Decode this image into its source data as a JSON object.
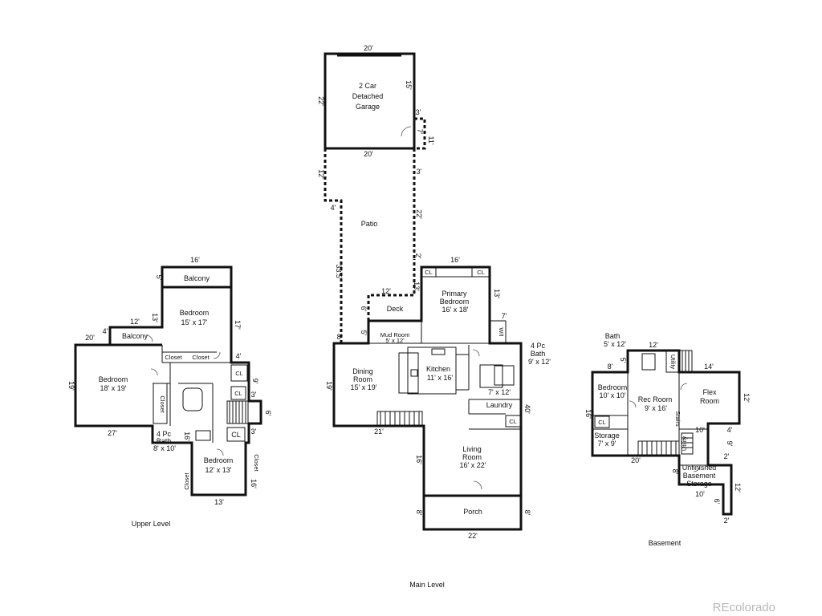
{
  "watermark": "REcolorado",
  "levels": {
    "upper": {
      "label": "Upper Level",
      "rooms": {
        "bedroom_w": {
          "name": "Bedroom",
          "dims": "18' x 19'"
        },
        "balcony_top": {
          "name": "Balcony"
        },
        "bedroom_top": {
          "name": "Bedroom",
          "dims": "15' x 17'"
        },
        "balcony_left": {
          "name": "Balcony"
        },
        "bath": {
          "name": "4 Pc",
          "name2": "Bath",
          "dims": "8' x 10'"
        },
        "bedroom_s": {
          "name": "Bedroom",
          "dims": "12' x 13'"
        },
        "closet_1": "Closet",
        "closet_2": "Closet",
        "closet_3": "Closet",
        "closet_4": "Closet",
        "closet_5": "Closet",
        "cl_1": "CL",
        "cl_2": "CL",
        "cl_3": "CL"
      },
      "dims": {
        "d16": "16'",
        "d5": "5'",
        "d13": "13'",
        "d17": "17'",
        "d12": "12'",
        "d4a": "4'",
        "d20": "20'",
        "d19": "19'",
        "d4b": "4'",
        "d9": "9'",
        "d3a": "3'",
        "d6": "6'",
        "d27": "27'",
        "d16b": "16'",
        "d3b": "3'",
        "d16c": "16'",
        "d13b": "13'"
      }
    },
    "main": {
      "label": "Main Level",
      "rooms": {
        "garage": {
          "line1": "2 Car",
          "line2": "Detached",
          "line3": "Garage"
        },
        "patio": {
          "name": "Patio"
        },
        "deck": {
          "name": "Deck"
        },
        "mudroom": {
          "name": "Mud Room",
          "dims": "5' x 12'"
        },
        "primary": {
          "line1": "Primary",
          "line2": "Bedroom",
          "dims": "16' x 18'"
        },
        "wi": "W/I",
        "bath": {
          "line1": "4 Pc",
          "line2": "Bath",
          "dims": "9' x 12'"
        },
        "kitchen": {
          "name": "Kitchen",
          "dims": "11' x 16'"
        },
        "dining": {
          "line1": "Dining",
          "line2": "Room",
          "dims": "15' x 19'"
        },
        "laundry": {
          "dims": "7' x 12'",
          "name": "Laundry"
        },
        "living": {
          "line1": "Living",
          "line2": "Room",
          "dims": "16' x 22'"
        },
        "porch": {
          "name": "Porch"
        },
        "cl_1": "CL",
        "cl_2": "CL",
        "cl_3": "CL"
      },
      "dims": {
        "g20a": "20'",
        "g15": "15'",
        "g22": "22'",
        "g3": "3'",
        "g7": "7'",
        "g11": "11'",
        "g20b": "20'",
        "g12": "12'",
        "g3b": "3'",
        "g4": "4'",
        "g22b": "22'",
        "g33": "33.5'",
        "g2": "2'",
        "g16": "16'",
        "g12b": "12'",
        "g13": "13'",
        "g6": "6'",
        "g13b": "13'",
        "g5": "5'",
        "g8": "8'",
        "g7b": "7'",
        "g19": "19'",
        "g40": "40'",
        "g21": "21'",
        "g16b": "16'",
        "g8b": "8'",
        "g8c": "8'",
        "g22c": "22'"
      }
    },
    "basement": {
      "label": "Basement",
      "rooms": {
        "bath": {
          "name": "Bath",
          "dims": "5' x 12'"
        },
        "bedroom": {
          "name": "Bedroom",
          "dims": "10' x 10'"
        },
        "rec": {
          "name": "Rec Room",
          "dims": "9' x 16'"
        },
        "flex": {
          "name": "Flex",
          "name2": "Room"
        },
        "storage": {
          "name": "Storage",
          "dims": "7' x 9'"
        },
        "utility1": "Utility",
        "utility2": "Utility",
        "stairs": "Stairs",
        "unfinished": {
          "line1": "Unfinished",
          "line2": "Basement",
          "line3": "Storage"
        },
        "cl": "CL"
      },
      "dims": {
        "b12": "12'",
        "b5": "5'",
        "b8": "8'",
        "b14": "14'",
        "b12b": "12'",
        "b10": "10'",
        "b4": "4'",
        "b16": "16'",
        "b9": "9'",
        "b20": "20'",
        "b2": "2'",
        "b8b": "8'",
        "b12c": "12'",
        "b10b": "10'",
        "b6": "6'",
        "b2b": "2'"
      }
    }
  }
}
